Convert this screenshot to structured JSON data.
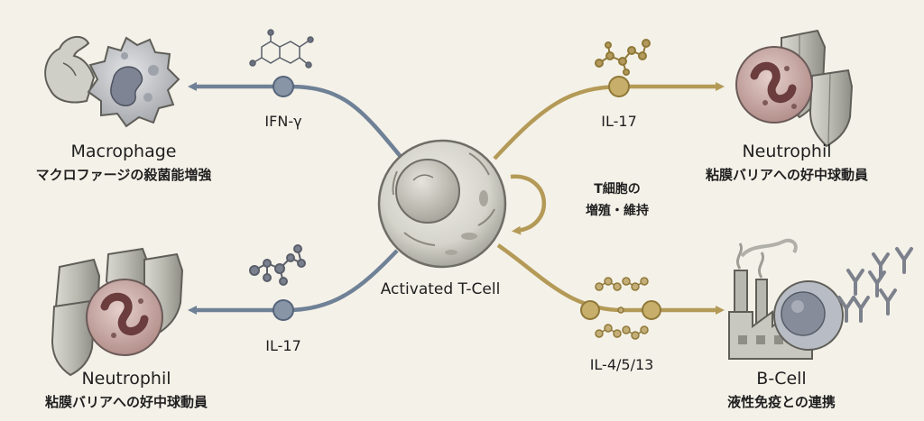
{
  "center": {
    "label": "Activated T-Cell"
  },
  "self_loop": {
    "line1": "T細胞の",
    "line2": "増殖・維持"
  },
  "branches": {
    "top_left": {
      "cytokine": "IFN-γ",
      "target": "Macrophage",
      "effect": "マクロファージの殺菌能増強"
    },
    "bottom_left": {
      "cytokine": "IL-17",
      "target": "Neutrophil",
      "effect": "粘膜バリアへの好中球動員"
    },
    "top_right": {
      "cytokine": "IL-17",
      "target": "Neutrophil",
      "effect": "粘膜バリアへの好中球動員"
    },
    "bottom_right": {
      "cytokine": "IL-4/5/13",
      "target": "B-Cell",
      "effect": "液性免疫との連携"
    }
  },
  "colors": {
    "background": "#f4f1e8",
    "left_pathway": "#6f8196",
    "right_pathway": "#b49a57",
    "cell_gray": "#c9c9c0",
    "neutrophil_pink": "#c7a7a5"
  },
  "icons": [
    "muscle-arm-icon",
    "shield-icon",
    "molecule-icon",
    "factory-icon",
    "antibody-icon",
    "loop-arrow-icon"
  ]
}
